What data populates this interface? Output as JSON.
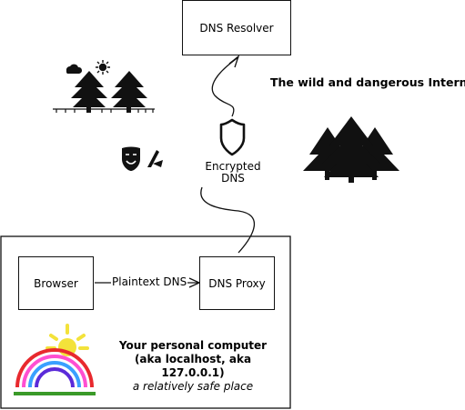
{
  "nodes": {
    "dns_resolver": "DNS Resolver",
    "browser": "Browser",
    "dns_proxy": "DNS Proxy",
    "encrypted_dns_line1": "Encrypted",
    "encrypted_dns_line2": "DNS"
  },
  "edges": {
    "plaintext_dns": "Plaintext DNS"
  },
  "zones": {
    "internet_title": "The wild and dangerous Internet",
    "computer_line1": "Your personal computer",
    "computer_line2": "(aka localhost, aka 127.0.0.1)",
    "computer_line3": "a relatively safe place"
  },
  "colors": {
    "rainbow_outer": "#e8292e",
    "rainbow_2": "#ff4fd1",
    "rainbow_3": "#3aa0ff",
    "rainbow_inner": "#5b2bd9",
    "grass": "#3a9a28",
    "sun": "#f3e23a"
  },
  "icons": [
    "cloud-icon",
    "sun-icon",
    "tree-icon",
    "shield-icon",
    "theater-mask-icon",
    "spy-icon"
  ]
}
